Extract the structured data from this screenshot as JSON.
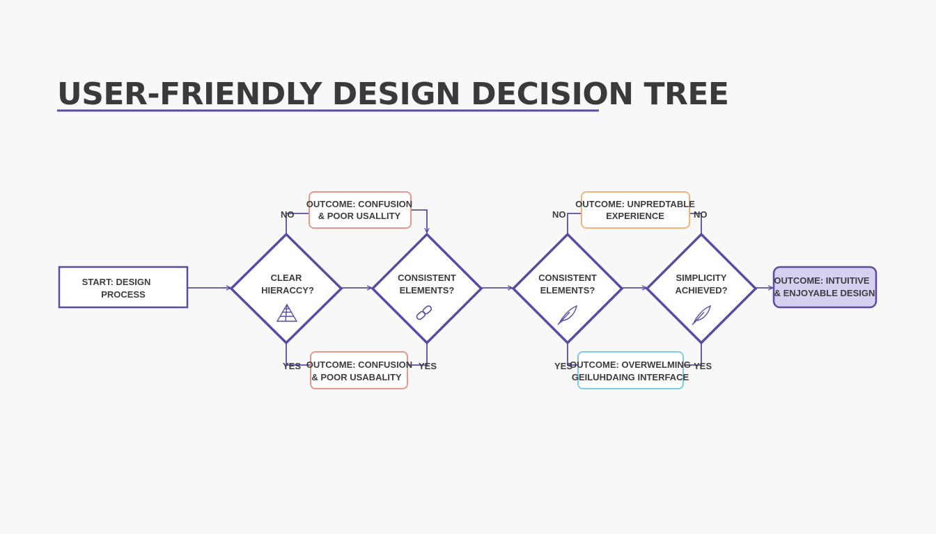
{
  "title": "USER-FRIENDLY DESIGN DECISION TREE",
  "colors": {
    "primary": "#5a4aa4",
    "outcome_red": "#e9968a",
    "outcome_orange": "#f1b37a",
    "outcome_cyan": "#7ccbe2",
    "final_fill": "#d8d0f1",
    "text": "#3c3c3c"
  },
  "start": {
    "line1": "START: DESIGN",
    "line2": "PROCESS"
  },
  "decisions": [
    {
      "line1": "CLEAR",
      "line2": "HIERACCY?",
      "icon": "pyramid-icon"
    },
    {
      "line1": "CONSISTENT",
      "line2": "ELEMENTS?",
      "icon": "chain-link-icon"
    },
    {
      "line1": "CONSISTENT",
      "line2": "ELEMENTS?",
      "icon": "feather-icon"
    },
    {
      "line1": "SIMPLICITY",
      "line2": "ACHIEVED?",
      "icon": "feather-icon"
    }
  ],
  "outcomes": {
    "top_1": {
      "line1": "OUTCOME: CONFUSION",
      "line2": "& POOR USALLITY"
    },
    "bottom_1": {
      "line1": "OUTCOME: CONFUSION",
      "line2": "& POOR USABALITY"
    },
    "top_2": {
      "line1": "OUTCOME: UNPREDTABLE",
      "line2": "EXPERIENCE"
    },
    "bottom_2": {
      "line1": "OUTCOME: OVERWELMING",
      "line2": "GEILUHDAING INTERFACE"
    },
    "final": {
      "line1": "OUTCOME: INTUITIVE",
      "line2": "& ENJOYABLE DESIGN"
    }
  },
  "labels": {
    "no": "NO",
    "yes": "YES"
  }
}
